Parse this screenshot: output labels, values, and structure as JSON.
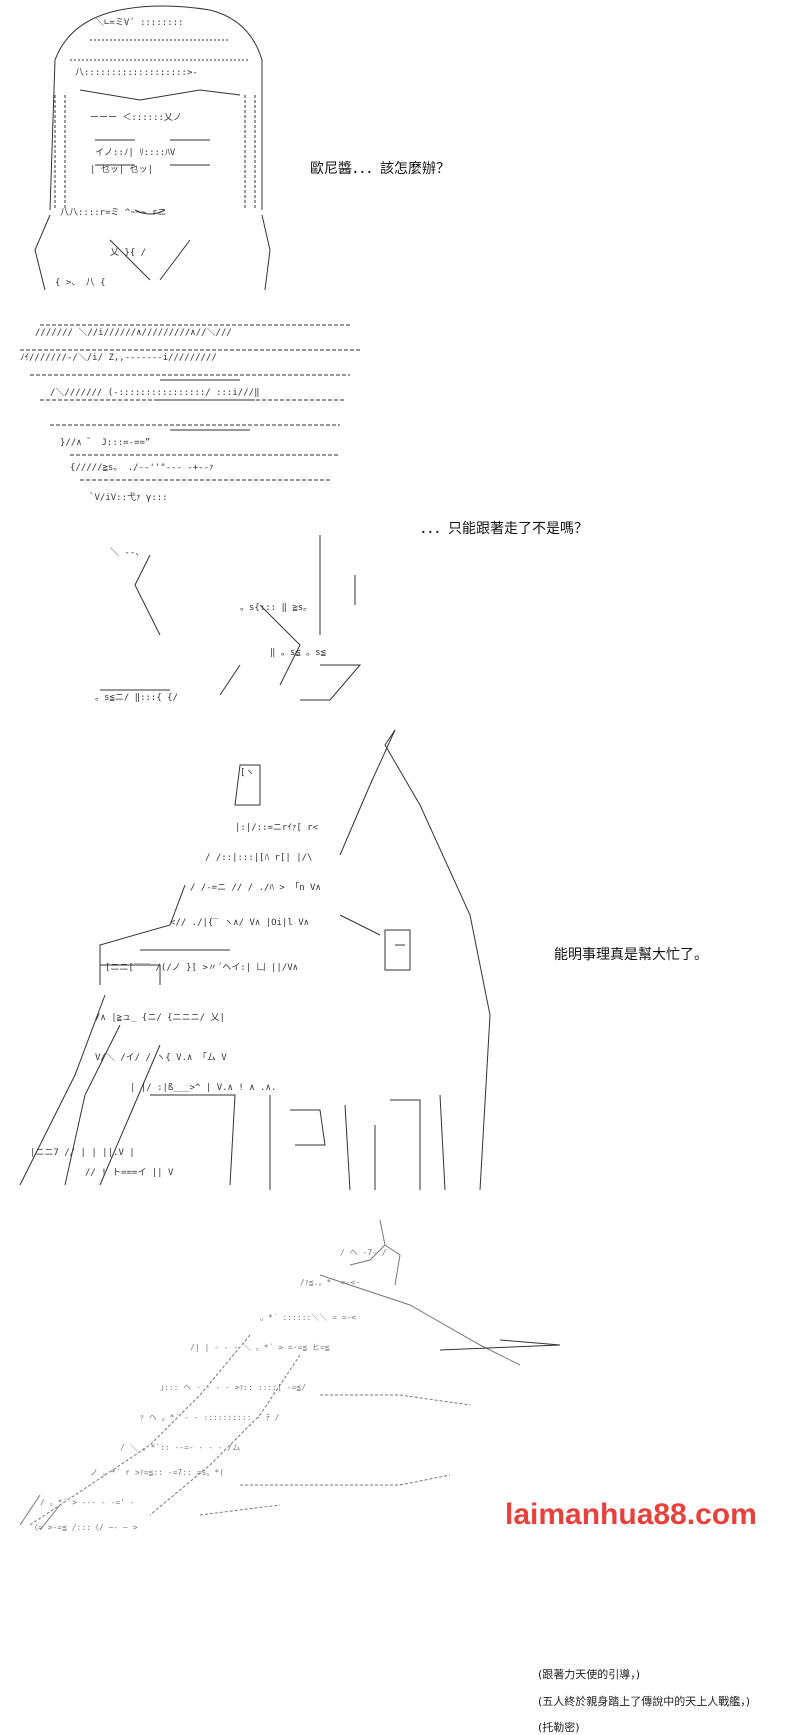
{
  "panels": [
    {
      "caption": "歐尼醬．．．該怎麼辦？"
    },
    {
      "caption": "．．．只能跟著走了不是嗎？"
    },
    {
      "caption": "能明事理真是幫大忙了。"
    },
    {
      "captions": [
        "(跟著力天使的引導，)",
        "(五人終於親身踏上了傳說中的天上人戰艦，)",
        "(托勒密)"
      ]
    }
  ],
  "watermark": "laimanhua88.com",
  "colors": {
    "background": "#ffffff",
    "ink": "#111111",
    "watermark": "#e8403a"
  }
}
